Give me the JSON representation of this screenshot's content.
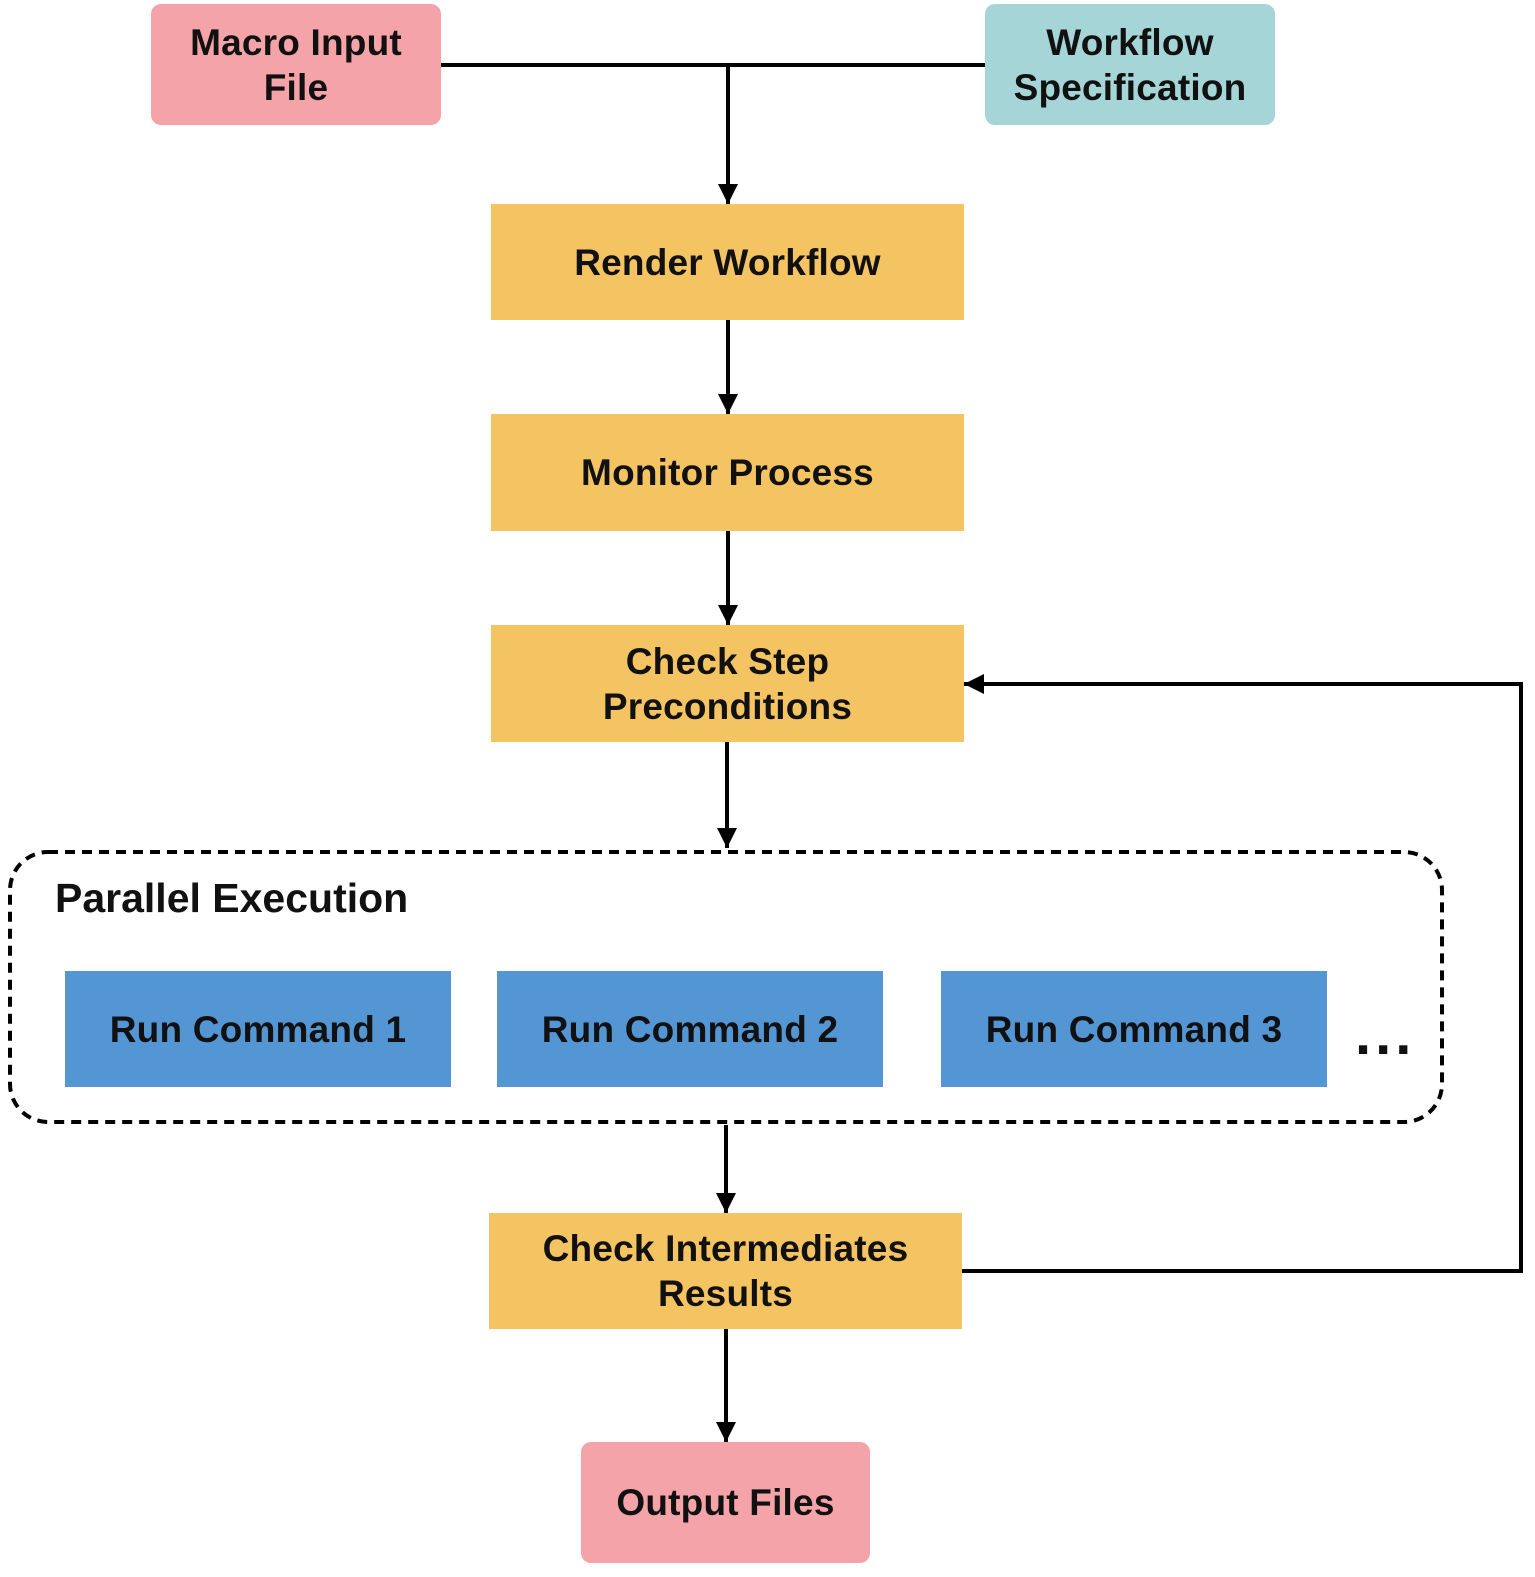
{
  "colors": {
    "input_pink": "#F4A3A8",
    "spec_teal": "#A5D5D6",
    "process_yellow": "#F5C462",
    "command_blue": "#5496D4",
    "line": "#000000"
  },
  "nodes": {
    "macro_input": {
      "line1": "Macro Input",
      "line2": "File"
    },
    "workflow_spec": {
      "line1": "Workflow",
      "line2": "Specification"
    },
    "render_workflow": {
      "label": "Render Workflow"
    },
    "monitor_process": {
      "label": "Monitor Process"
    },
    "check_preconditions": {
      "line1": "Check Step",
      "line2": "Preconditions"
    },
    "check_intermediates": {
      "line1": "Check Intermediates",
      "line2": "Results"
    },
    "output_files": {
      "label": "Output Files"
    }
  },
  "parallel_group": {
    "title": "Parallel Execution",
    "commands": [
      "Run Command 1",
      "Run Command 2",
      "Run Command 3"
    ],
    "more": "..."
  }
}
